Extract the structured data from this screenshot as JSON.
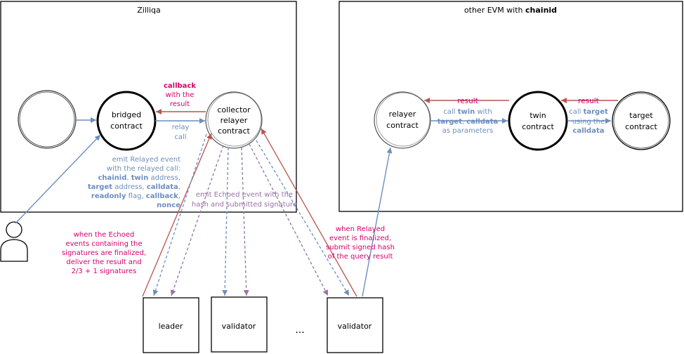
{
  "regions": {
    "zilliqa": "Zilliqa",
    "evm_prefix": "other EVM with ",
    "evm_bold": "chainid"
  },
  "nodes": {
    "bridged_line1": "bridged",
    "bridged_line2": "contract",
    "collector_line1": "collector",
    "collector_line2": "relayer",
    "collector_line3": "contract",
    "relayer_line1": "relayer",
    "relayer_line2": "contract",
    "twin_line1": "twin",
    "twin_line2": "contract",
    "target_line1": "target",
    "target_line2": "contract",
    "leader": "leader",
    "validator_1": "validator",
    "validator_2": "validator",
    "ellipsis": "..."
  },
  "labels": {
    "callback_bold": "callback",
    "callback_line2": "with the",
    "callback_line3": "result",
    "relay_line1": "relay",
    "relay_line2": "call",
    "emit_relayed": {
      "l1": "emit Relayed event",
      "l2": "with the relayed call:",
      "l3a": "chainid",
      "l3b": ", ",
      "l3c": "twin",
      "l3d": " address,",
      "l4a": "target",
      "l4b": " address, ",
      "l4c": "calldata",
      "l4d": ",",
      "l5a": "readonly",
      "l5b": " flag, ",
      "l5c": "callback",
      "l5d": ",",
      "l6": "nonce"
    },
    "emit_echoed_l1": "emit Echoed event with the",
    "emit_echoed_l2": "hash and submitted signature",
    "deliver": {
      "l1": "when the Echoed",
      "l2": "events containing the",
      "l3": "signatures are finalized,",
      "l4": "deliver the result and",
      "l5": "2/3 + 1 signatures"
    },
    "finalized": {
      "l1": "when Relayed",
      "l2": "event is finalized,",
      "l3": "submit signed hash",
      "l4": "of the query result"
    },
    "result_1": "result",
    "result_2": "result",
    "call_twin": {
      "l1a": "call ",
      "l1b": "twin",
      "l1c": " with",
      "l2a": "target",
      "l2b": ", ",
      "l2c": "calldata",
      "l3": "as parameters"
    },
    "call_target": {
      "l1a": "call ",
      "l1b": "target",
      "l2": "using the",
      "l3": "calldata"
    }
  },
  "colors": {
    "blue": "#6c8ebf",
    "red": "#b85450",
    "magenta": "#d6006a",
    "purple": "#9673a6",
    "dark": "#000000"
  }
}
